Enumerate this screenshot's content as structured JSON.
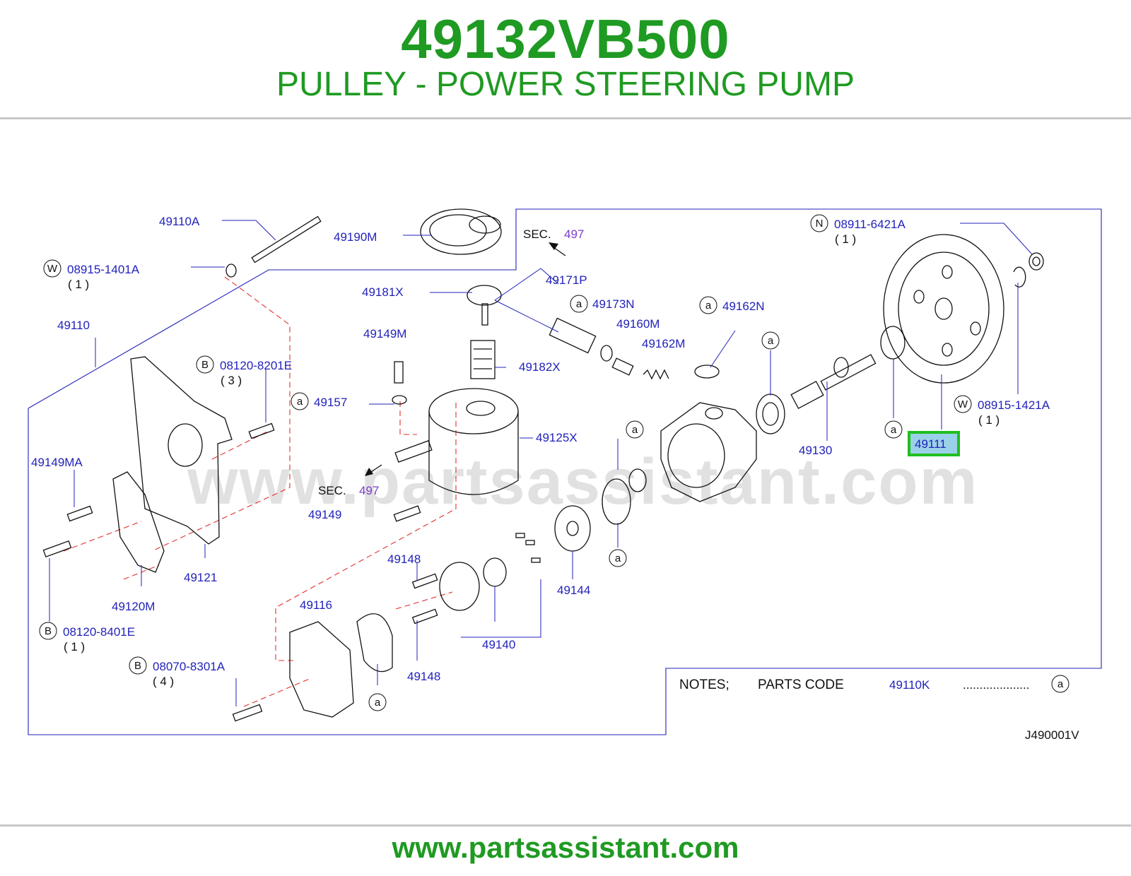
{
  "header": {
    "part_number": "49132VB500",
    "part_name": "PULLEY - POWER STEERING PUMP"
  },
  "watermark": "www.partsassistant.com",
  "footer": {
    "url": "www.partsassistant.com"
  },
  "diagram": {
    "id": "J490001V",
    "highlighted_part": "49111",
    "sec_label": "SEC.",
    "sec_ref": "497",
    "labels": {
      "p49110A": "49110A",
      "p49190M": "49190M",
      "p49171P": "49171P",
      "p49181X": "49181X",
      "p49173N": "49173N",
      "p49160M": "49160M",
      "p49162N": "49162N",
      "p49162M": "49162M",
      "p49149M": "49149M",
      "p49182X": "49182X",
      "p49110": "49110",
      "p49157": "49157",
      "p49125X": "49125X",
      "p49149MA": "49149MA",
      "p49149": "49149",
      "p49121": "49121",
      "p49120M": "49120M",
      "p49148a": "49148",
      "p49148b": "49148",
      "p49144": "49144",
      "p49116": "49116",
      "p49140": "49140",
      "p49130": "49130",
      "p49111": "49111"
    },
    "fasteners": [
      {
        "prefix": "W",
        "code": "08915-1401A",
        "qty": "( 1 )"
      },
      {
        "prefix": "B",
        "code": "08120-8201E",
        "qty": "( 3 )"
      },
      {
        "prefix": "B",
        "code": "08120-8401E",
        "qty": "( 1 )"
      },
      {
        "prefix": "B",
        "code": "08070-8301A",
        "qty": "( 4 )"
      },
      {
        "prefix": "N",
        "code": "08911-6421A",
        "qty": "( 1 )"
      },
      {
        "prefix": "W",
        "code": "08915-1421A",
        "qty": "( 1 )"
      }
    ],
    "ref_marker": "a",
    "notes": {
      "label": "NOTES;",
      "parts_code_label": "PARTS  CODE",
      "parts_code": "49110K",
      "dots": "....................",
      "marker": "a"
    }
  },
  "colors": {
    "brand_green": "#1f9a22",
    "label_blue": "#2222bb",
    "section_purple": "#7a3cc8",
    "dashed_red": "#e03030",
    "highlight_green": "#1fbf1f"
  }
}
